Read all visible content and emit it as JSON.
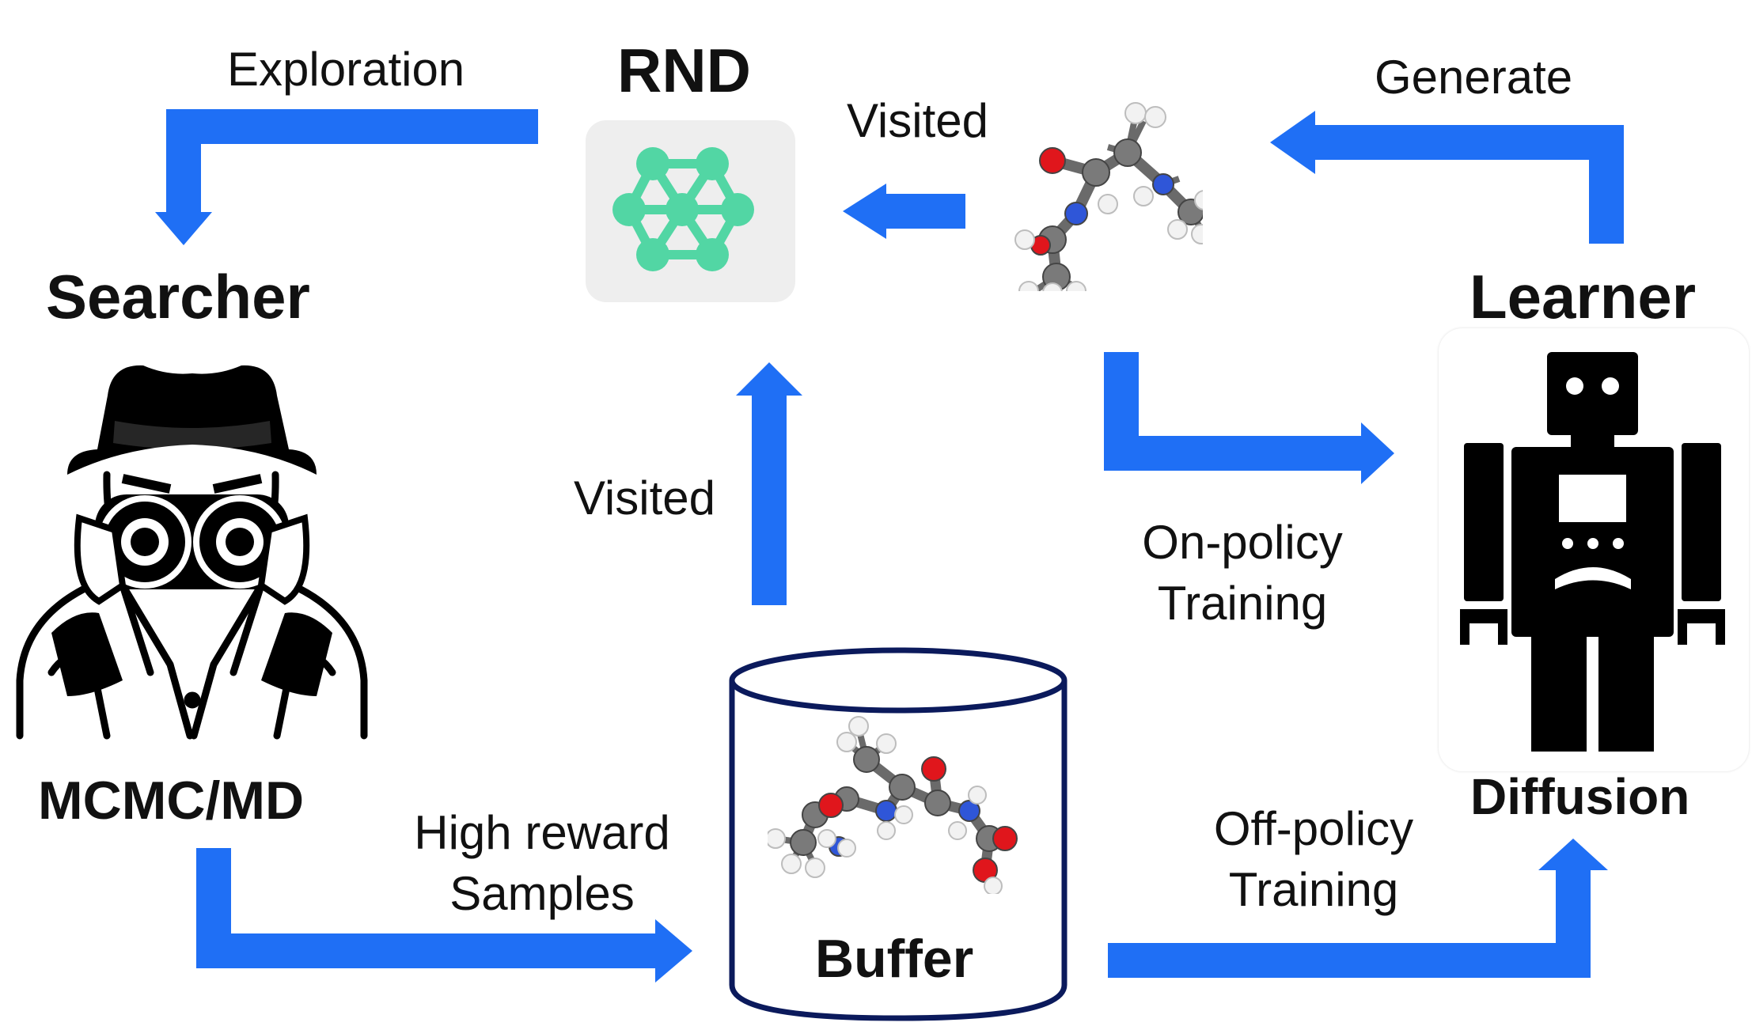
{
  "labels": {
    "rnd": "RND",
    "exploration": "Exploration",
    "visited_top": "Visited",
    "generate": "Generate",
    "searcher": "Searcher",
    "learner": "Learner",
    "visited_mid": "Visited",
    "on_policy_line1": "On-policy",
    "on_policy_line2": "Training",
    "mcmc_md": "MCMC/MD",
    "high_reward_line1": "High reward",
    "high_reward_line2": "Samples",
    "off_policy_line1": "Off-policy",
    "off_policy_line2": "Training",
    "diffusion": "Diffusion",
    "buffer": "Buffer"
  },
  "colors": {
    "arrow": "#1f6ff5",
    "rnd_node": "#52d6a4",
    "rnd_bg": "#eeeeee",
    "buffer_stroke": "#0b1a5c",
    "robot": "#000000",
    "atom_carbon": "#7a7a7a",
    "atom_oxygen": "#e0161c",
    "atom_nitrogen": "#2f56d8",
    "atom_hydrogen": "#f2f2f2"
  },
  "icons": {
    "searcher": "detective-with-binoculars-icon",
    "rnd": "neural-network-icon",
    "learner": "robot-icon",
    "molecule": "molecule-icon",
    "buffer": "database-cylinder-icon"
  }
}
